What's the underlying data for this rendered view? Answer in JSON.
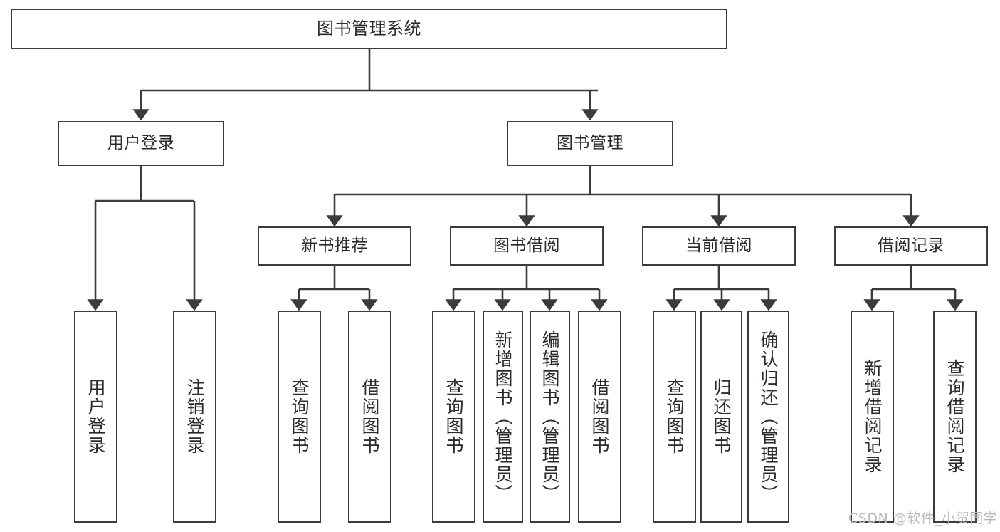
{
  "diagram": {
    "type": "function-structure-tree",
    "title": "图书管理系统",
    "stroke_color": "#3b3b3b",
    "text_color": "#2b2b2b",
    "background_color": "#ffffff",
    "watermark": "CSDN @软件_小贺同学",
    "watermark_color": "#b9b9b9"
  },
  "nodes": {
    "root": {
      "label": "图书管理系统"
    },
    "level2": [
      {
        "label": "用户登录"
      },
      {
        "label": "图书管理"
      }
    ],
    "level3": [
      {
        "label": "新书推荐"
      },
      {
        "label": "图书借阅"
      },
      {
        "label": "当前借阅"
      },
      {
        "label": "借阅记录"
      }
    ],
    "leaves": {
      "user_login": [
        {
          "label": "用户登录"
        },
        {
          "label": "注销登录"
        }
      ],
      "new_book_recommend": [
        {
          "label": "查询图书"
        },
        {
          "label": "借阅图书"
        }
      ],
      "book_borrow": [
        {
          "label": "查询图书"
        },
        {
          "label": "新增图书（管理员）"
        },
        {
          "label": "编辑图书（管理员）"
        },
        {
          "label": "借阅图书"
        }
      ],
      "current_borrow": [
        {
          "label": "查询图书"
        },
        {
          "label": "归还图书"
        },
        {
          "label": "确认归还（管理员）"
        }
      ],
      "borrow_record": [
        {
          "label": "新增借阅记录"
        },
        {
          "label": "查询借阅记录"
        }
      ]
    }
  }
}
